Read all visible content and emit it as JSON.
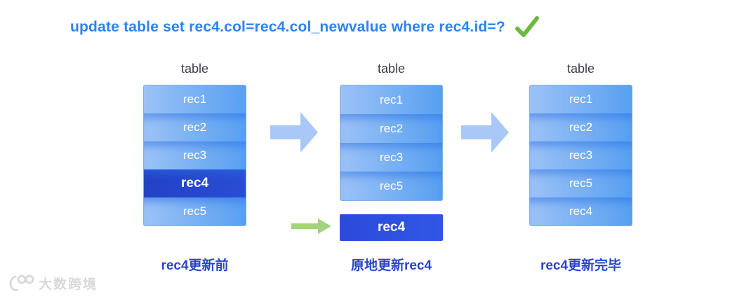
{
  "header": {
    "sql_text": "update table set rec4.col=rec4.col_newvalue where rec4.id=?",
    "check_icon": "green-checkmark"
  },
  "stages": [
    {
      "table_label": "table",
      "rows": [
        "rec1",
        "rec2",
        "rec3",
        "rec4",
        "rec5"
      ],
      "highlighted_row": "rec4",
      "caption": "rec4更新前"
    },
    {
      "table_label": "table",
      "rows": [
        "rec1",
        "rec2",
        "rec3",
        "rec5"
      ],
      "detached_row": "rec4",
      "caption": "原地更新rec4"
    },
    {
      "table_label": "table",
      "rows": [
        "rec1",
        "rec2",
        "rec3",
        "rec5",
        "rec4"
      ],
      "caption": "rec4更新完毕"
    }
  ],
  "icons": {
    "flow_arrow": "right-block-arrow",
    "insert_arrow": "green-right-arrow",
    "check": "green-checkmark",
    "logo": "100-logo"
  },
  "watermark": {
    "text": "大数跨境"
  },
  "colors": {
    "sql_text": "#2e82ee",
    "check": "#6db840",
    "flow_arrow": "#a9c8f8",
    "insert_arrow": "#a3d37e",
    "row_gradient_start": "#9cc2f7",
    "row_gradient_end": "#57a0f1",
    "highlight_row": "#2342c6",
    "detached_row": "#3156e6",
    "caption": "#2847cd",
    "table_label": "#3b3f4a",
    "table_border": "#84aeea",
    "watermark": "#d9d9d9"
  }
}
